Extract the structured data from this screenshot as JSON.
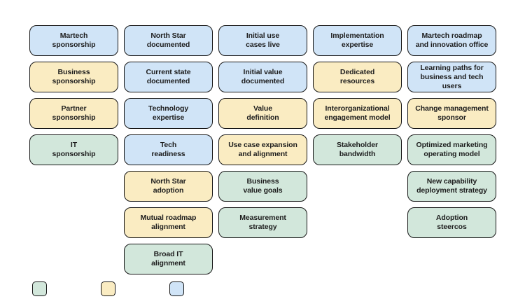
{
  "colors": {
    "blue": "#d0e4f7",
    "yellow": "#faecc2",
    "green": "#d2e7db",
    "border": "#161616",
    "text": "#1d1d1d",
    "background": "#ffffff"
  },
  "legend": {
    "swatches": [
      {
        "color": "green"
      },
      {
        "color": "yellow"
      },
      {
        "color": "blue"
      }
    ]
  },
  "columns": [
    {
      "boxes": [
        {
          "label": "Martech\nsponsorship",
          "color": "blue"
        },
        {
          "label": "Business\nsponsorship",
          "color": "yellow"
        },
        {
          "label": "Partner\nsponsorship",
          "color": "yellow"
        },
        {
          "label": "IT\nsponsorship",
          "color": "green"
        }
      ]
    },
    {
      "boxes": [
        {
          "label": "North Star\ndocumented",
          "color": "blue"
        },
        {
          "label": "Current state\ndocumented",
          "color": "blue"
        },
        {
          "label": "Technology\nexpertise",
          "color": "blue"
        },
        {
          "label": "Tech\nreadiness",
          "color": "blue"
        },
        {
          "label": "North Star\nadoption",
          "color": "yellow"
        },
        {
          "label": "Mutual roadmap\nalignment",
          "color": "yellow"
        },
        {
          "label": "Broad IT\nalignment",
          "color": "green"
        }
      ]
    },
    {
      "boxes": [
        {
          "label": "Initial use\ncases live",
          "color": "blue"
        },
        {
          "label": "Initial value\ndocumented",
          "color": "blue"
        },
        {
          "label": "Value\ndefinition",
          "color": "yellow"
        },
        {
          "label": "Use case expansion\nand alignment",
          "color": "yellow"
        },
        {
          "label": "Business\nvalue goals",
          "color": "green"
        },
        {
          "label": "Measurement\nstrategy",
          "color": "green"
        }
      ]
    },
    {
      "boxes": [
        {
          "label": "Implementation\nexpertise",
          "color": "blue"
        },
        {
          "label": "Dedicated\nresources",
          "color": "yellow"
        },
        {
          "label": "Interorganizational\nengagement model",
          "color": "yellow"
        },
        {
          "label": "Stakeholder\nbandwidth",
          "color": "green"
        }
      ]
    },
    {
      "boxes": [
        {
          "label": "Martech roadmap\nand innovation office",
          "color": "blue"
        },
        {
          "label": "Learning paths for\nbusiness and tech users",
          "color": "blue"
        },
        {
          "label": "Change management\nsponsor",
          "color": "yellow"
        },
        {
          "label": "Optimized marketing\noperating model",
          "color": "green"
        },
        {
          "label": "New capability\ndeployment strategy",
          "color": "green"
        },
        {
          "label": "Adoption\nsteercos",
          "color": "green"
        }
      ]
    }
  ]
}
